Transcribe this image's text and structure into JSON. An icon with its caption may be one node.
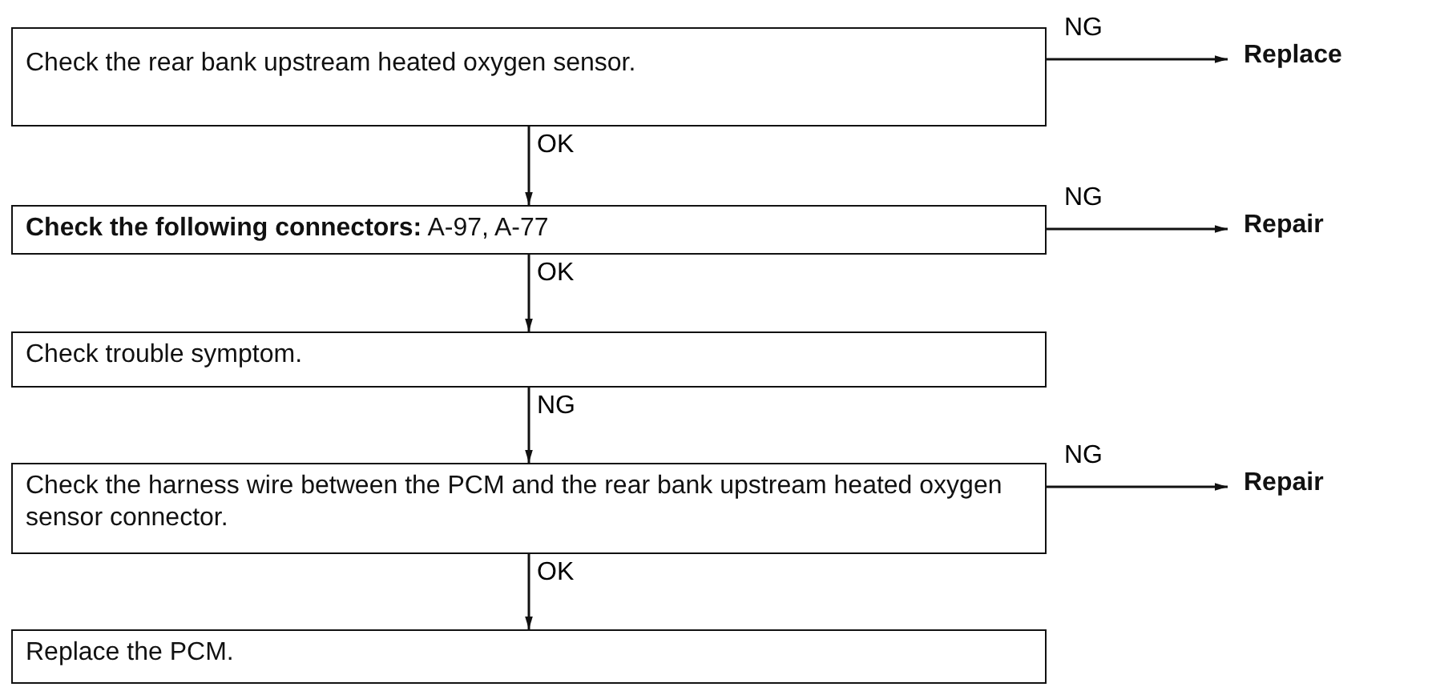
{
  "diagram": {
    "nodes": [
      {
        "text": [
          "Check the rear bank upstream heated oxygen sensor."
        ]
      },
      {
        "text": [
          "Replace"
        ]
      },
      {
        "text": [
          "**Check the following connectors:** A-97, A-77"
        ]
      },
      {
        "text": [
          "Repair"
        ]
      },
      {
        "text": [
          "Check trouble symptom."
        ]
      },
      {
        "text": [
          "Check the harness wire between the PCM and the rear bank upstream heated oxygen sensor connector."
        ]
      },
      {
        "text": [
          "Repair"
        ]
      },
      {
        "text": [
          "Replace the PCM."
        ]
      }
    ],
    "edges": [
      {
        "from": 0,
        "to": 1,
        "arrow": "to",
        "label": "NG"
      },
      {
        "from": 0,
        "to": 2,
        "arrow": "to",
        "label": "OK"
      },
      {
        "from": 2,
        "to": 3,
        "arrow": "to",
        "label": "NG"
      },
      {
        "from": 2,
        "to": 4,
        "arrow": "to",
        "label": "OK"
      },
      {
        "from": 4,
        "to": 5,
        "arrow": "to",
        "label": "NG"
      },
      {
        "from": 5,
        "to": 6,
        "arrow": "to",
        "label": "NG"
      },
      {
        "from": 5,
        "to": 7,
        "arrow": "to",
        "label": "OK"
      }
    ]
  }
}
